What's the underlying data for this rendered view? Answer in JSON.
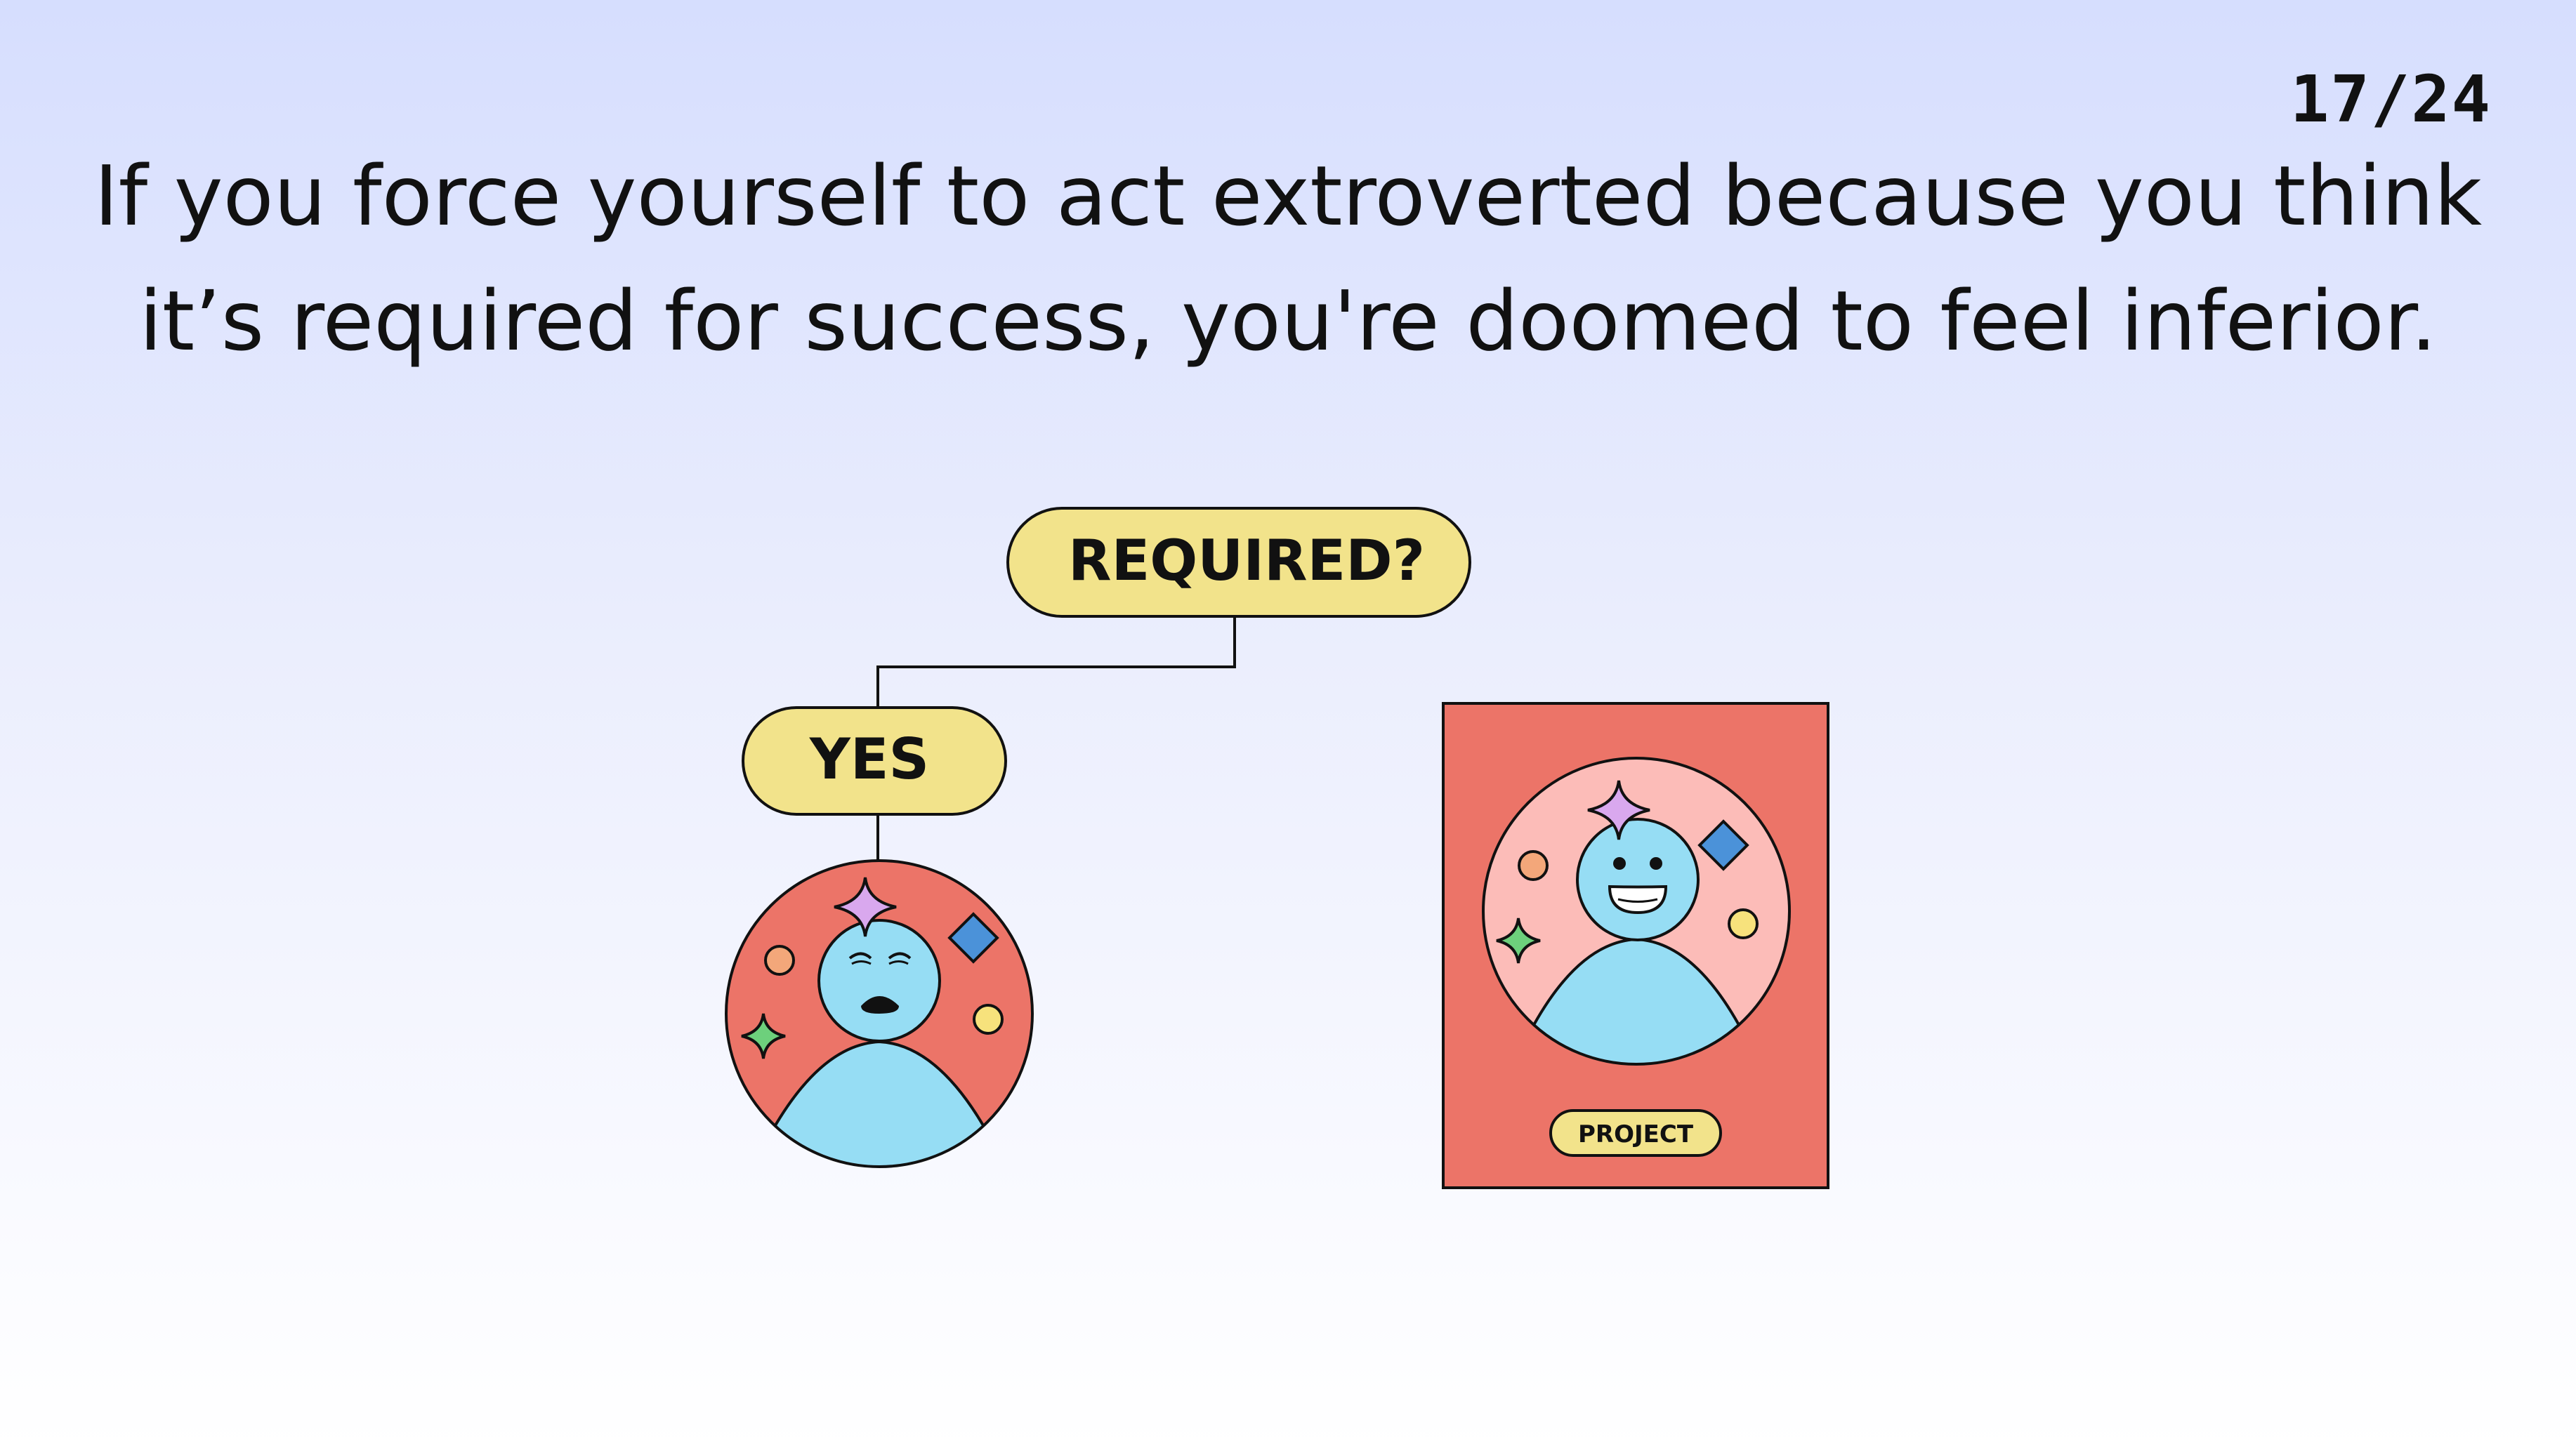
{
  "page_counter": "17/24",
  "headline": {
    "line1": "If you force yourself to act extroverted because you think",
    "line2": "it’s required for success, you're doomed to feel inferior."
  },
  "diagram": {
    "decision_label": "REQUIRED?",
    "branch_label": "YES",
    "poster_label": "PROJECT"
  },
  "colors": {
    "pill_fill": "#f2e38b",
    "coral": "#ec7468",
    "light_pink": "#fcbcb8",
    "figure_blue": "#96ddf4",
    "sparkle_purple": "#d9a8ee",
    "diamond_blue": "#4b92d9",
    "sparkle_green": "#6dd07c",
    "dot_orange": "#f3a77a",
    "dot_yellow": "#f7e27c"
  }
}
